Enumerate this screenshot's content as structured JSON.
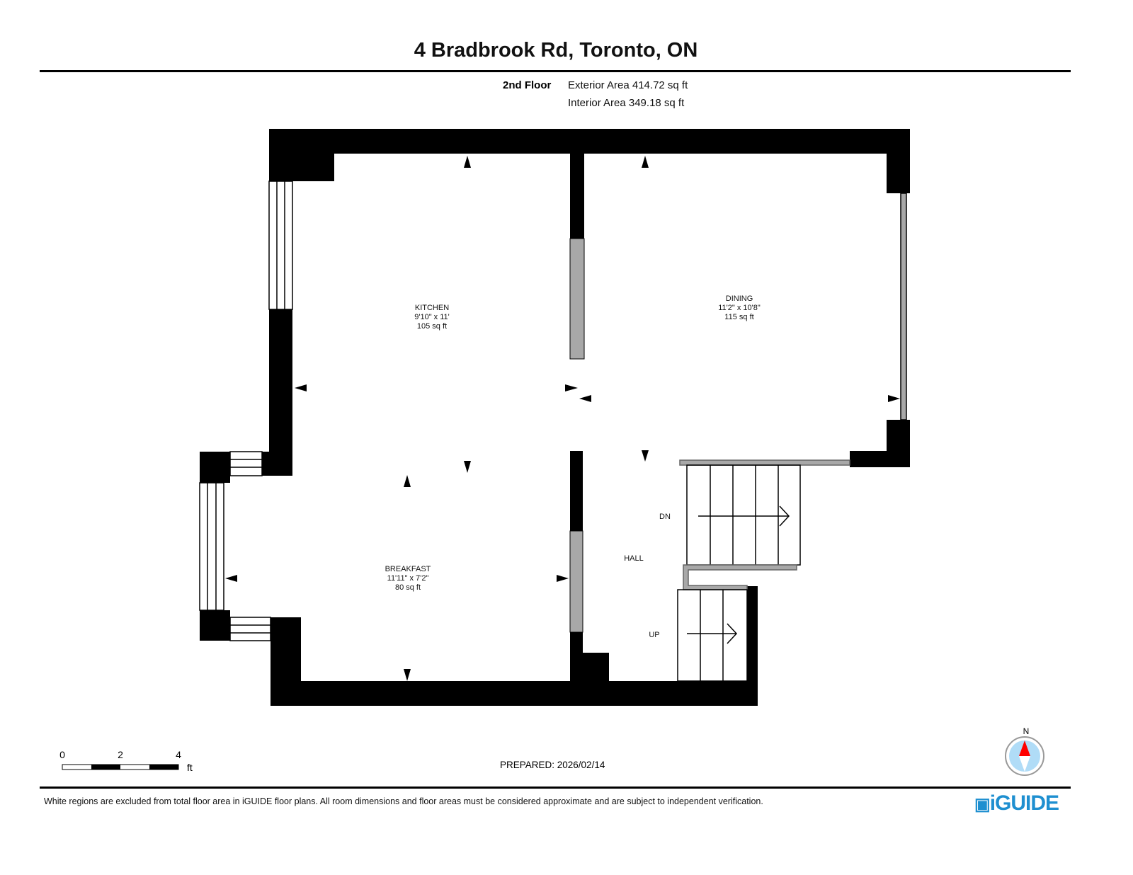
{
  "title": "4 Bradbrook Rd, Toronto, ON",
  "floor": {
    "name": "2nd Floor",
    "exterior": "Exterior Area 414.72 sq ft",
    "interior": "Interior Area 349.18 sq ft"
  },
  "rooms": [
    {
      "name": "KITCHEN",
      "dims": "9'10\" x 11'",
      "area": "105 sq ft"
    },
    {
      "name": "DINING",
      "dims": "11'2\" x 10'8\"",
      "area": "115 sq ft"
    },
    {
      "name": "BREAKFAST",
      "dims": "11'11\" x 7'2\"",
      "area": "80 sq ft"
    },
    {
      "name": "HALL"
    }
  ],
  "stairs": {
    "down": "DN",
    "up": "UP"
  },
  "scale": {
    "t0": "0",
    "t1": "2",
    "t2": "4",
    "unit": "ft"
  },
  "compass": {
    "north": "N"
  },
  "prepared": "PREPARED: 2026/02/14",
  "disclaimer": "White regions are excluded from total floor area in iGUIDE floor plans. All room dimensions and floor areas must be considered approximate and are subject to independent verification.",
  "logo": "iGUIDE",
  "colors": {
    "wall": "#000000",
    "partition": "#a8a8a8",
    "brand": "#1e8fd0",
    "compass_red": "#ff0000",
    "compass_fill": "#b0dcf7"
  }
}
